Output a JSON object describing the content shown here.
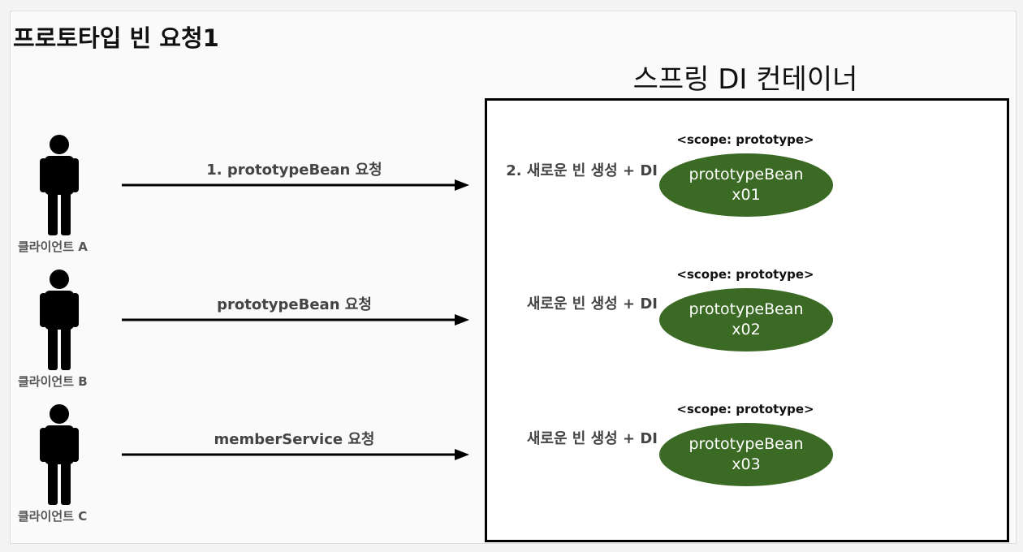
{
  "title": "프로토타입 빈 요청1",
  "container_title": "스프링 DI 컨테이너",
  "clients": [
    {
      "label": "클라이언트 A",
      "request": "1. prototypeBean 요청",
      "create": "2. 새로운 빈 생성 + DI",
      "scope": "<scope: prototype>",
      "bean_name": "prototypeBean",
      "bean_id": "x01"
    },
    {
      "label": "클라이언트 B",
      "request": "prototypeBean 요청",
      "create": "새로운 빈 생성 + DI",
      "scope": "<scope: prototype>",
      "bean_name": "prototypeBean",
      "bean_id": "x02"
    },
    {
      "label": "클라이언트 C",
      "request": "memberService 요청",
      "create": "새로운 빈 생성 + DI",
      "scope": "<scope: prototype>",
      "bean_name": "prototypeBean",
      "bean_id": "x03"
    }
  ],
  "colors": {
    "bean": "#3a6a24"
  }
}
